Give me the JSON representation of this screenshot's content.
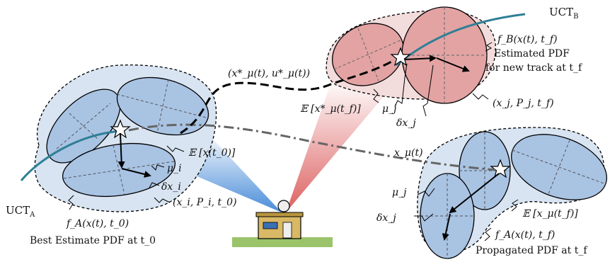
{
  "labels": {
    "uct_b": "UCT",
    "uct_b_sub": "B",
    "uct_a": "UCT",
    "uct_a_sub": "A",
    "fB": "f_B(x(t), t_f)",
    "estimated_pdf_1": "Estimated PDF",
    "estimated_pdf_2": "for new track at t_f",
    "xj_Pj_tf": "(x_j, P_j, t_f)",
    "x_mu_star_u_mu_star": "(x*_μ(t), u*_μ(t))",
    "E_x_mu_star": "𝔼 [x*_μ(t_f)]",
    "mu_j_top": "μ_j",
    "delta_xj_top": "δx_j",
    "E_x_t0": "𝔼 [x(t_0)]",
    "mu_i": "μ_i",
    "delta_xi": "δx_i",
    "xi_Pi_t0": "(x_i, P_i, t_0)",
    "fA_t0": "f_A(x(t), t_0)",
    "best_estimate": "Best Estimate PDF at t_0",
    "x_mu_t": "x_μ(t)",
    "mu_j_bottom": "μ_j",
    "delta_xj_bottom": "δx_j",
    "E_x_mu_tf": "𝔼 [x_μ(t_f)]",
    "fA_tf": "f_A(x(t), t_f)",
    "propagated_pdf": "Propagated PDF at t_f"
  },
  "colors": {
    "blue_fill": "#a9c3e3",
    "blue_region": "#d8e4f1",
    "red_fill": "#e3a3a3",
    "red_region": "#f3dcdc",
    "teal_track": "#2f7f96",
    "ground_green": "#9bc46a"
  }
}
